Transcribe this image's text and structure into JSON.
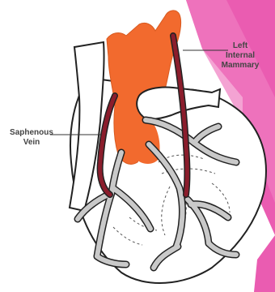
{
  "labels": {
    "left_internal_mammary": [
      "Left",
      "Internal",
      "Mammary"
    ],
    "saphenous_vein": [
      "Saphenous",
      "Vein"
    ]
  },
  "colors": {
    "background": "#ffffff",
    "side_panel": "#e63fa3",
    "aorta": "#f26a2e",
    "graft": "#8b1d2c",
    "coronary_artery": "#c9c9c9",
    "outline": "#222222"
  }
}
